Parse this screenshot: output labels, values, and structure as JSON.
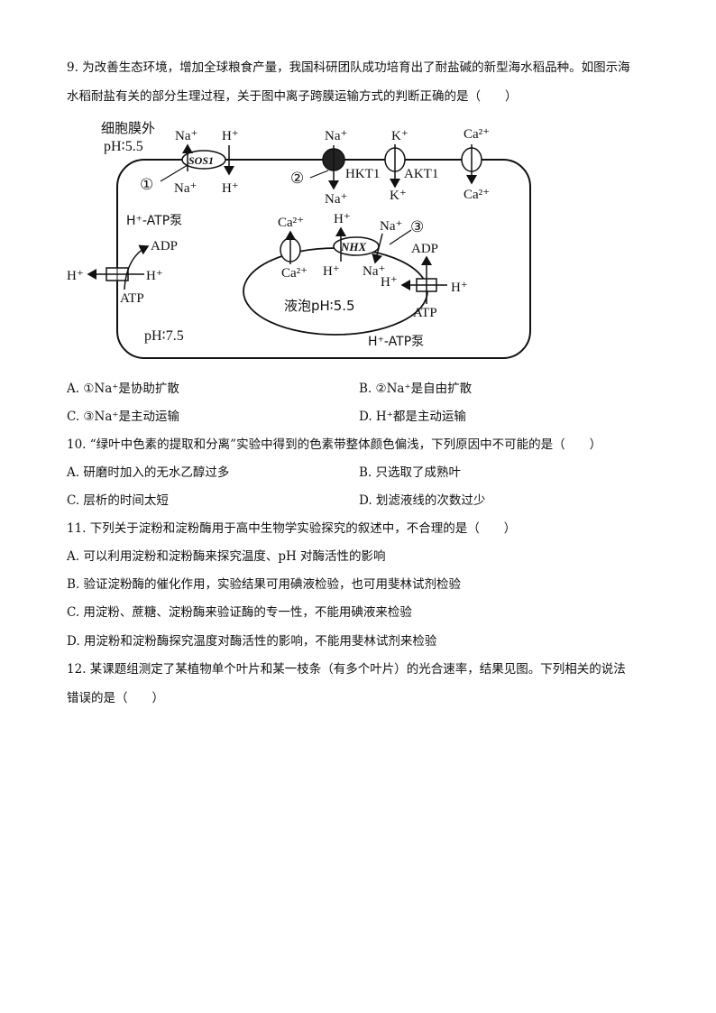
{
  "q9": {
    "stem_line1": "9. 为改善生态环境，增加全球粮食产量，我国科研团队成功培育出了耐盐碱的新型海水稻品种。如图示海",
    "stem_line2": "水稻耐盐有关的部分生理过程，关于图中离子跨膜运输方式的判断正确的是（　　）",
    "options": {
      "A": "A. ①Na⁺是协助扩散",
      "B": "B. ②Na⁺是自由扩散",
      "C": "C. ③Na⁺是主动运输",
      "D": "D. H⁺都是主动运输"
    },
    "figure": {
      "outside_label": "细胞膜外",
      "outside_ph": "pH∶5.5",
      "inside_ph": "pH∶7.5",
      "vacuole_label": "液泡pH∶5.5",
      "sos1": "SOS1",
      "nhx": "NHX",
      "hkt1": "HKT1",
      "akt1": "AKT1",
      "pump_left": "H⁺-ATP泵",
      "pump_bottom": "H⁺-ATP泵",
      "na": "Na⁺",
      "h": "H⁺",
      "k": "K⁺",
      "ca": "Ca²⁺",
      "adp": "ADP",
      "atp": "ATP",
      "c1": "①",
      "c2": "②",
      "c3": "③"
    }
  },
  "q10": {
    "stem": "10. “绿叶中色素的提取和分离”实验中得到的色素带整体颜色偏浅，下列原因中不可能的是（　　）",
    "options": {
      "A": "A. 研磨时加入的无水乙醇过多",
      "B": "B. 只选取了成熟叶",
      "C": "C. 层析的时间太短",
      "D": "D. 划滤液线的次数过少"
    }
  },
  "q11": {
    "stem": "11. 下列关于淀粉和淀粉酶用于高中生物学实验探究的叙述中，不合理的是（　　）",
    "options": {
      "A": "A. 可以利用淀粉和淀粉酶来探究温度、pH 对酶活性的影响",
      "B": "B. 验证淀粉酶的催化作用，实验结果可用碘液检验，也可用斐林试剂检验",
      "C": "C. 用淀粉、蔗糖、淀粉酶来验证酶的专一性，不能用碘液来检验",
      "D": "D. 用淀粉和淀粉酶探究温度对酶活性的影响，不能用斐林试剂来检验"
    }
  },
  "q12": {
    "stem_line1": "12. 某课题组测定了某植物单个叶片和某一枝条（有多个叶片）的光合速率，结果见图。下列相关的说法",
    "stem_line2": "错误的是（　　）"
  }
}
